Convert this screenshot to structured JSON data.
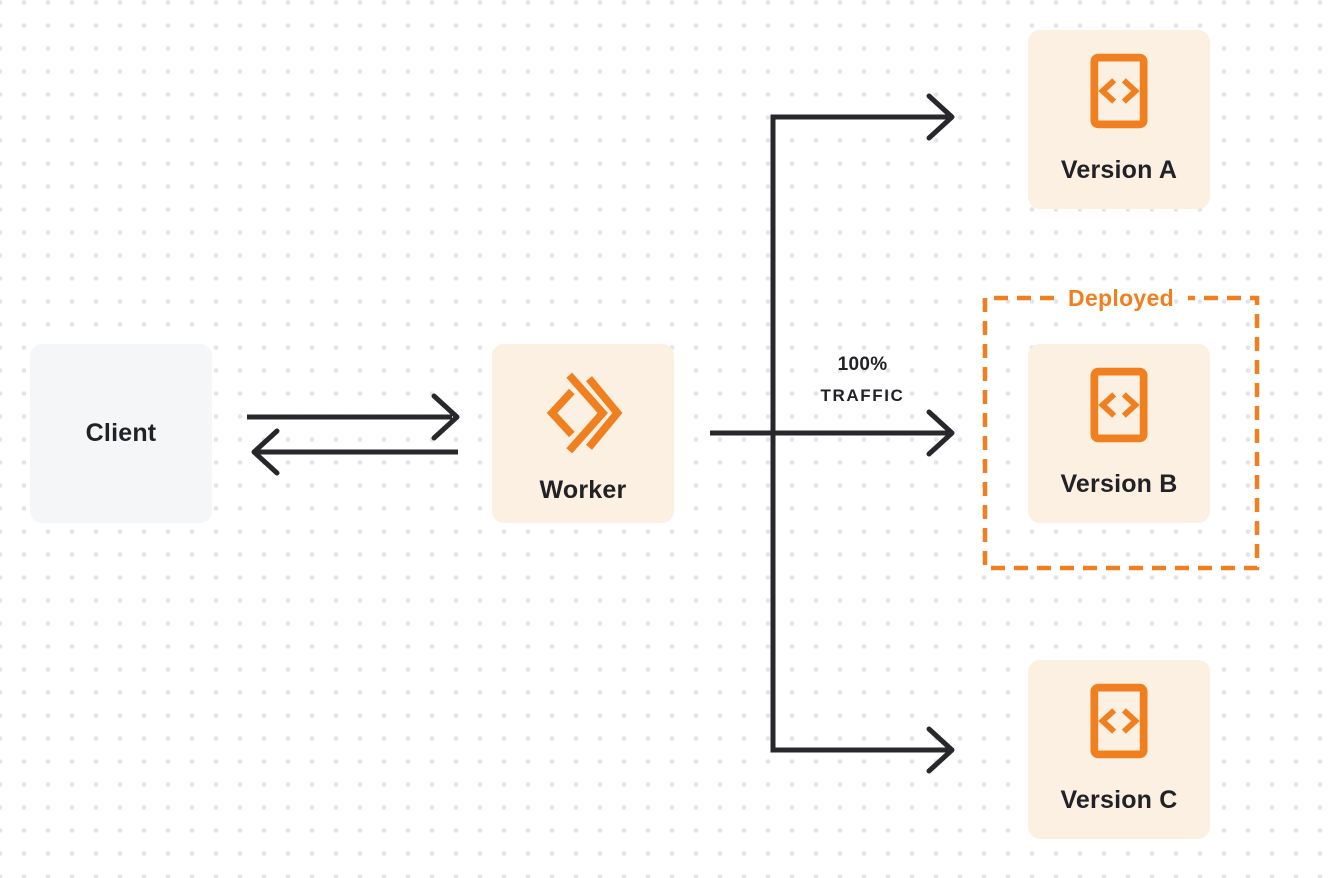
{
  "diagram": {
    "title_hint": "worker-traffic-routing-diagram",
    "nodes": {
      "client": {
        "label": "Client"
      },
      "worker": {
        "label": "Worker"
      },
      "version_a": {
        "label": "Version A"
      },
      "version_b": {
        "label": "Version B"
      },
      "version_c": {
        "label": "Version C"
      }
    },
    "annotations": {
      "deployed": {
        "label": "Deployed"
      },
      "traffic": {
        "line1": "100%",
        "line2": "TRAFFIC"
      }
    },
    "icons": {
      "worker": "workers-chevron-diamond-icon",
      "version": "code-file-icon"
    },
    "colors": {
      "accent_orange": "#f0801f",
      "node_cream": "#fbf0e2",
      "node_gray": "#f5f6f8",
      "ink": "#28282c",
      "grid_dot": "#e5e5e9",
      "background": "#ffffff"
    }
  }
}
